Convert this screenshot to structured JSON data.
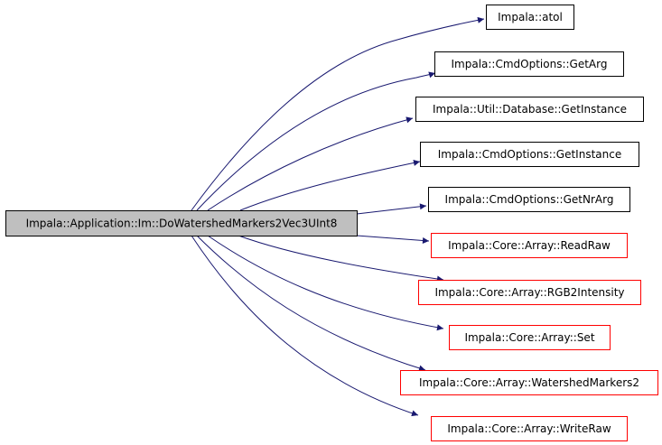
{
  "diagram": {
    "source": {
      "label": "Impala::Application::Im::DoWatershedMarkers2Vec3UInt8",
      "fill": "#bfbfbf",
      "stroke": "#000000"
    },
    "edge_color": "#191970",
    "targets": [
      {
        "label": "Impala::atol",
        "stroke": "#000000"
      },
      {
        "label": "Impala::CmdOptions::GetArg",
        "stroke": "#000000"
      },
      {
        "label": "Impala::Util::Database::GetInstance",
        "stroke": "#000000"
      },
      {
        "label": "Impala::CmdOptions::GetInstance",
        "stroke": "#000000"
      },
      {
        "label": "Impala::CmdOptions::GetNrArg",
        "stroke": "#000000"
      },
      {
        "label": "Impala::Core::Array::ReadRaw",
        "stroke": "#ff0000"
      },
      {
        "label": "Impala::Core::Array::RGB2Intensity",
        "stroke": "#ff0000"
      },
      {
        "label": "Impala::Core::Array::Set",
        "stroke": "#ff0000"
      },
      {
        "label": "Impala::Core::Array::WatershedMarkers2",
        "stroke": "#ff0000"
      },
      {
        "label": "Impala::Core::Array::WriteRaw",
        "stroke": "#ff0000"
      }
    ]
  }
}
